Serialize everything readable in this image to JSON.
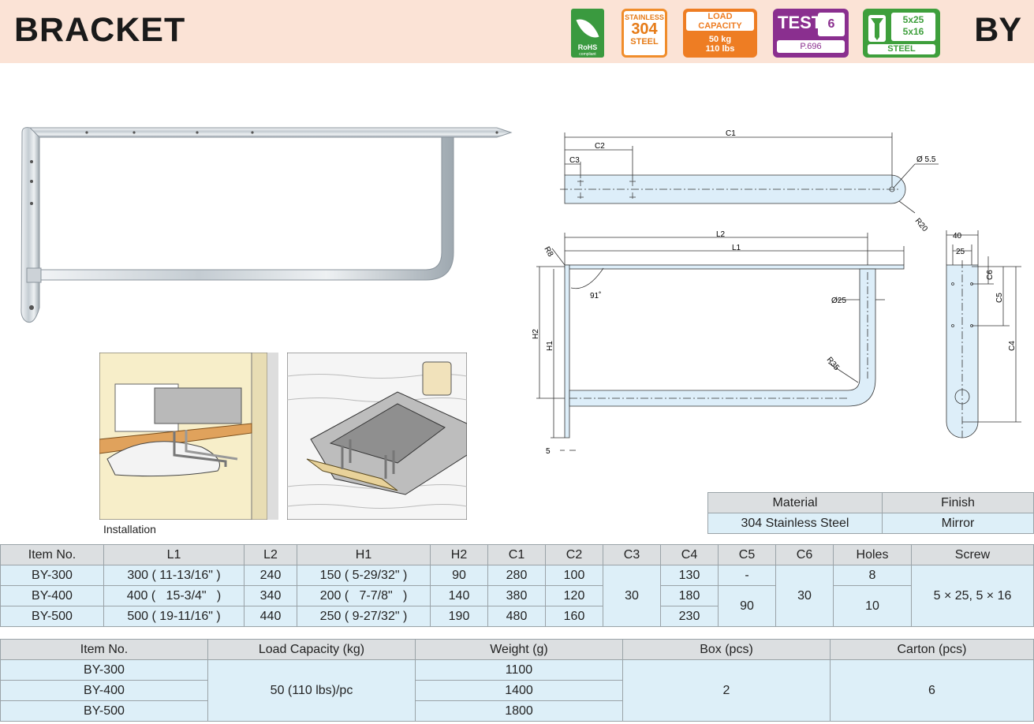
{
  "header": {
    "title": "BRACKET",
    "series": "BY",
    "badges": {
      "rohs": {
        "line1": "RoHS",
        "line2": "compliant",
        "color": "#3a9a3f"
      },
      "steel": {
        "line1": "STAINLESS",
        "line2": "304",
        "line3": "STEEL",
        "color": "#f08d2b"
      },
      "load": {
        "line1": "LOAD CAPACITY",
        "line2": "50 kg",
        "line3": "110 lbs",
        "color": "#ee7d23"
      },
      "test": {
        "line1": "TEST",
        "grade": "6",
        "page": "P.696",
        "color": "#8a2f8f"
      },
      "screw": {
        "size1": "5x25",
        "size2": "5x16",
        "material": "STEEL",
        "color": "#3e9f3c"
      }
    }
  },
  "photos": {
    "caption": "Installation"
  },
  "drawing": {
    "top_view": {
      "c1": "C1",
      "c2": "C2",
      "c3": "C3",
      "hole": "Ø 5.5",
      "radius": "R20"
    },
    "side_view": {
      "l1": "L1",
      "l2": "L2",
      "r8": "R8",
      "angle": "91˚",
      "diameter": "Ø25",
      "r35": "R35",
      "h1": "H1",
      "h2": "H2",
      "thickness": "5"
    },
    "end_view": {
      "width": "40",
      "inner": "25",
      "c4": "C4",
      "c5": "C5",
      "c6": "C6"
    }
  },
  "material_table": {
    "headers": [
      "Material",
      "Finish"
    ],
    "row": [
      "304 Stainless Steel",
      "Mirror"
    ]
  },
  "spec_table": {
    "headers": [
      "Item No.",
      "L1",
      "L2",
      "H1",
      "H2",
      "C1",
      "C2",
      "C3",
      "C4",
      "C5",
      "C6",
      "Holes",
      "Screw"
    ],
    "rows": [
      {
        "item": "BY-300",
        "l1": "300 ( 11-13/16\" )",
        "l2": "240",
        "h1": "150 ( 5-29/32\" )",
        "h2": "90",
        "c1": "280",
        "c2": "100",
        "c4": "130",
        "c5": "-",
        "holes": "8"
      },
      {
        "item": "BY-400",
        "l1": "400 (   15-3/4\"   )",
        "l2": "340",
        "h1": "200 (   7-7/8\"   )",
        "h2": "140",
        "c1": "380",
        "c2": "120",
        "c4": "180",
        "holes": "10"
      },
      {
        "item": "BY-500",
        "l1": "500 ( 19-11/16\" )",
        "l2": "440",
        "h1": "250 ( 9-27/32\" )",
        "h2": "190",
        "c1": "480",
        "c2": "160",
        "c4": "230"
      }
    ],
    "c3": "30",
    "c5_merged": "90",
    "c6": "30",
    "screw": "5 × 25, 5 × 16"
  },
  "pack_table": {
    "headers": [
      "Item No.",
      "Load Capacity (kg)",
      "Weight (g)",
      "Box (pcs)",
      "Carton (pcs)"
    ],
    "items": [
      "BY-300",
      "BY-400",
      "BY-500"
    ],
    "weights": [
      "1100",
      "1400",
      "1800"
    ],
    "load": "50 (110 lbs)/pc",
    "box": "2",
    "carton": "6"
  }
}
